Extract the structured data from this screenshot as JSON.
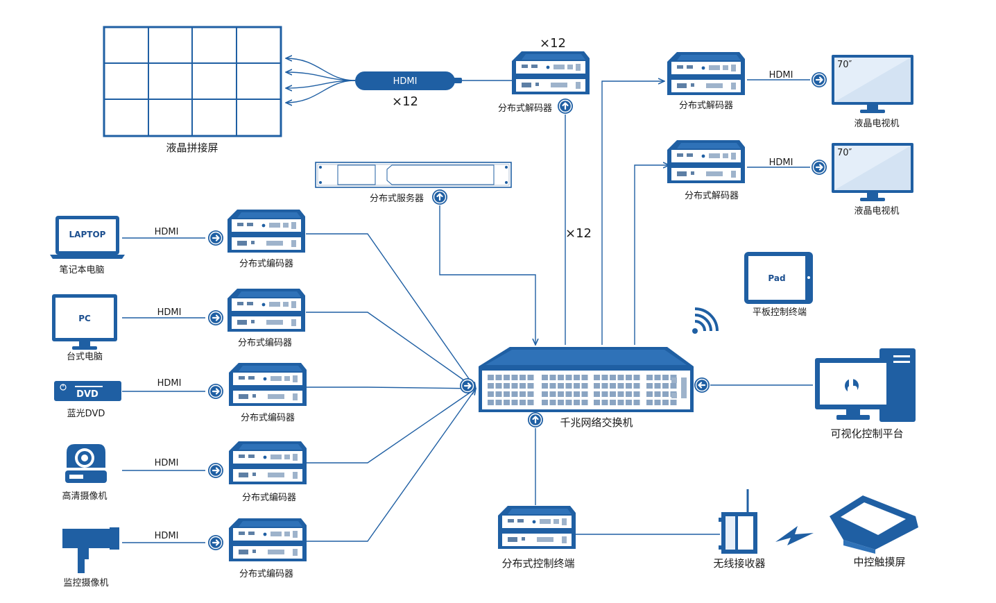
{
  "colors": {
    "primary": "#1f5fa3",
    "dark": "#1c4f8f",
    "light": "#e8f0f9"
  },
  "wall": {
    "label": "液晶拼接屏",
    "rows": 3,
    "cols": 4
  },
  "hdmi_bundle": {
    "label": "HDMI",
    "count": "×12"
  },
  "top_decoder": {
    "count": "×12",
    "label": "分布式解码器"
  },
  "server": {
    "label": "分布式服务器"
  },
  "switch_mult": "×12",
  "decoders": [
    {
      "label": "分布式解码器",
      "hdmi": "HDMI",
      "tv_label": "液晶电视机",
      "tv_text": "70″"
    },
    {
      "label": "分布式解码器",
      "hdmi": "HDMI",
      "tv_label": "液晶电视机",
      "tv_text": "70″"
    }
  ],
  "sources": [
    {
      "label": "笔记本电脑",
      "inner": "LAPTOP",
      "icon": "laptop-icon",
      "hdmi": "HDMI",
      "encoder": "分布式编码器"
    },
    {
      "label": "台式电脑",
      "inner": "PC",
      "icon": "monitor-icon",
      "hdmi": "HDMI",
      "encoder": "分布式编码器"
    },
    {
      "label": "蓝光DVD",
      "inner": "DVD",
      "icon": "dvd-player-icon",
      "hdmi": "HDMI",
      "encoder": "分布式编码器"
    },
    {
      "label": "高清摄像机",
      "inner": "",
      "icon": "ptz-camera-icon",
      "hdmi": "HDMI",
      "encoder": "分布式编码器"
    },
    {
      "label": "监控摄像机",
      "inner": "",
      "icon": "surveillance-camera-icon",
      "hdmi": "HDMI",
      "encoder": "分布式编码器"
    }
  ],
  "switch": {
    "label": "千兆网络交换机"
  },
  "pad": {
    "inner": "Pad",
    "label": "平板控制终端"
  },
  "platform": {
    "label": "可视化控制平台"
  },
  "control_terminal": {
    "label": "分布式控制终端"
  },
  "wireless_receiver": {
    "label": "无线接收器"
  },
  "touch_panel": {
    "label": "中控触摸屏"
  }
}
